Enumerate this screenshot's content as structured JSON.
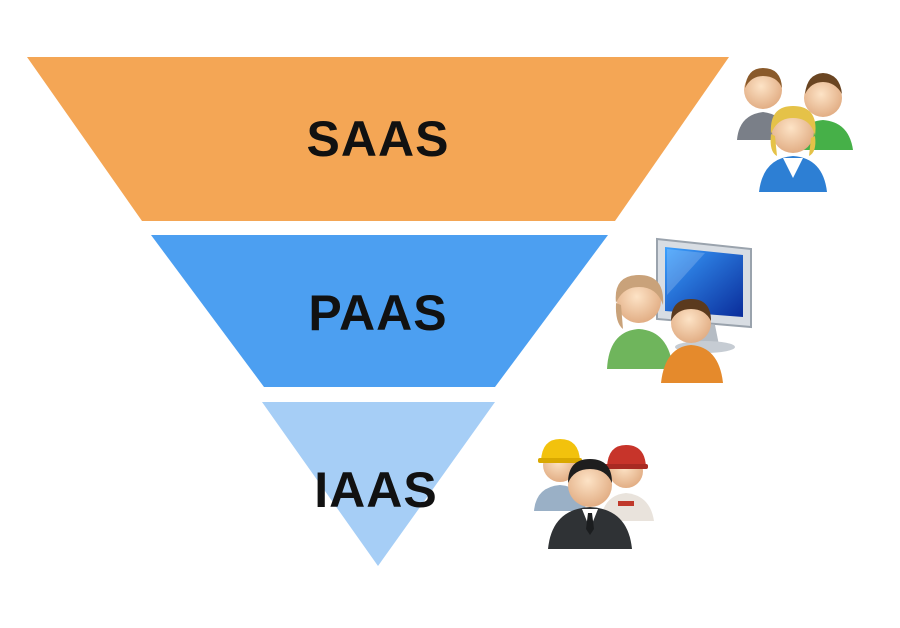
{
  "layers": [
    {
      "id": "saas",
      "label": "SAAS",
      "color": "#f4a655",
      "icon": "users-group-icon"
    },
    {
      "id": "paas",
      "label": "PAAS",
      "color": "#4c9ff1",
      "icon": "developers-computer-icon"
    },
    {
      "id": "iaas",
      "label": "IAAS",
      "color": "#a6cef6",
      "icon": "workers-group-icon"
    }
  ]
}
